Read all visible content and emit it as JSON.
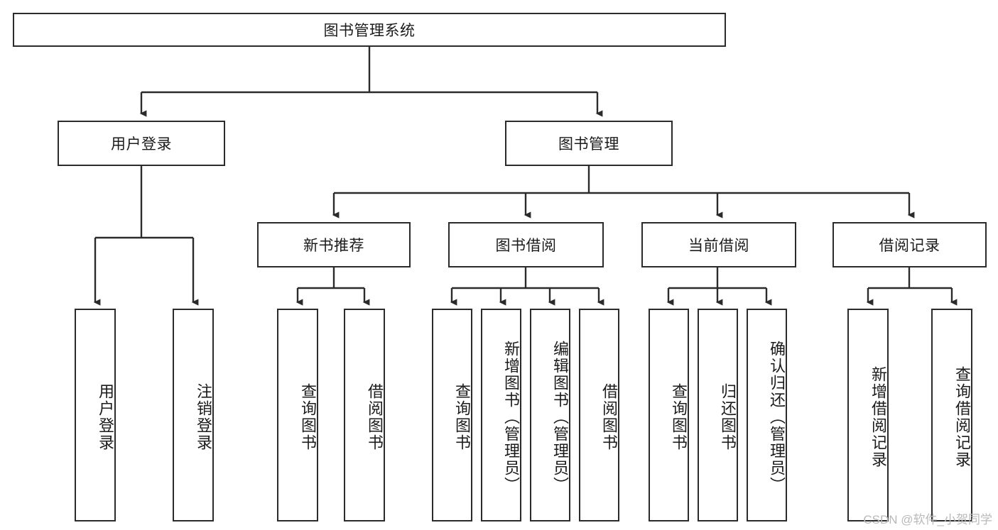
{
  "diagram": {
    "title": "图书管理系统",
    "type": "hierarchy-tree",
    "root": {
      "label": "图书管理系统"
    },
    "level2": [
      {
        "label": "用户登录"
      },
      {
        "label": "图书管理"
      }
    ],
    "level3": [
      {
        "label": "新书推荐"
      },
      {
        "label": "图书借阅"
      },
      {
        "label": "当前借阅"
      },
      {
        "label": "借阅记录"
      }
    ],
    "leaves": {
      "user_login": [
        {
          "label": "用户登录"
        },
        {
          "label": "注销登录"
        }
      ],
      "new_book_recommend": [
        {
          "label": "查询图书"
        },
        {
          "label": "借阅图书"
        }
      ],
      "book_borrow": [
        {
          "label": "查询图书"
        },
        {
          "label": "新增图书（管理员）"
        },
        {
          "label": "编辑图书（管理员）"
        },
        {
          "label": "借阅图书"
        }
      ],
      "current_borrow": [
        {
          "label": "查询图书"
        },
        {
          "label": "归还图书"
        },
        {
          "label": "确认归还（管理员）"
        }
      ],
      "borrow_record": [
        {
          "label": "新增借阅记录"
        },
        {
          "label": "查询借阅记录"
        }
      ]
    },
    "watermark": "CSDN @软件_小贺同学",
    "colors": {
      "stroke": "#2b2b2b",
      "fill": "#ffffff",
      "text": "#1b1b1b",
      "watermark": "#b9b9b9"
    }
  }
}
